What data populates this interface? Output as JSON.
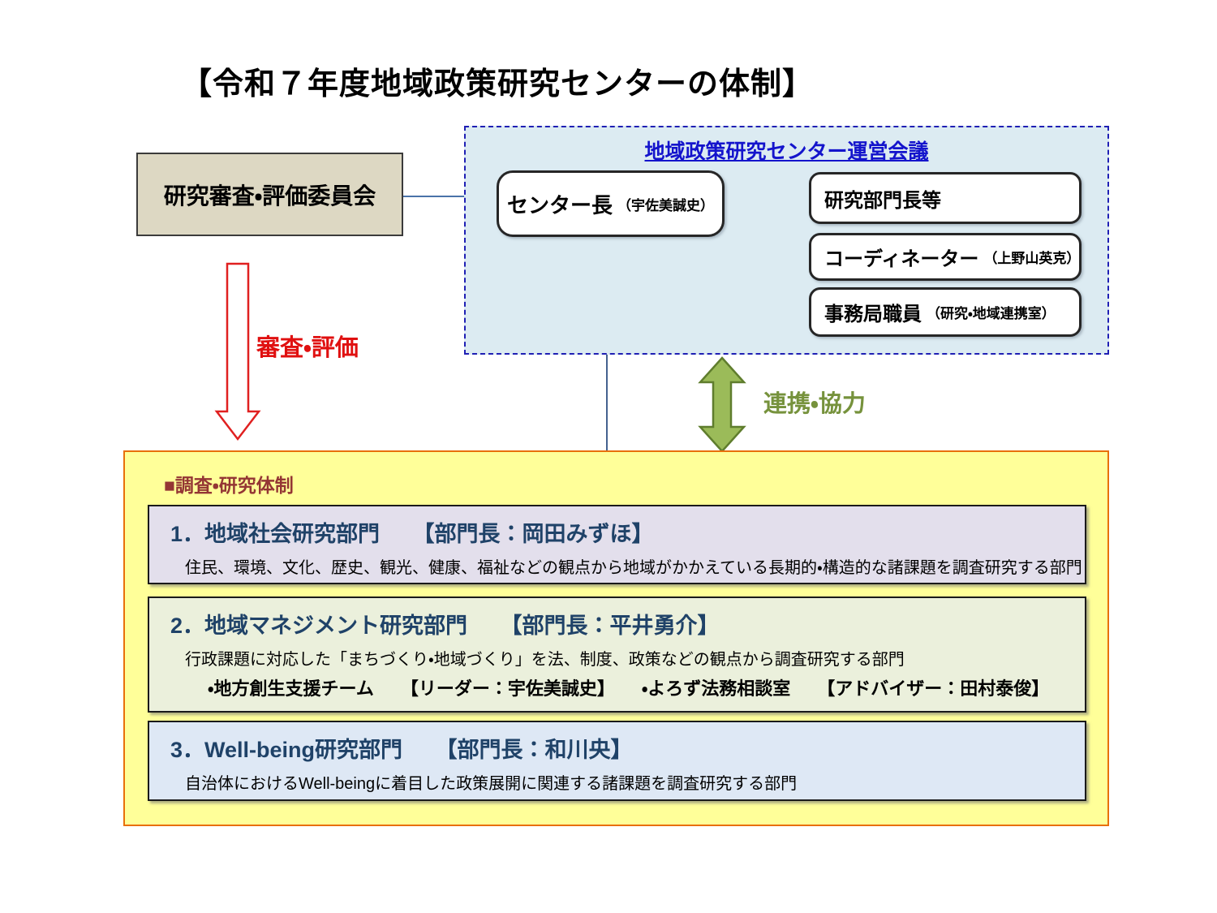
{
  "page": {
    "title": "【令和７年度地域政策研究センターの体制】"
  },
  "committee": {
    "label": "研究審査・評価委員会"
  },
  "council": {
    "title": "地域政策研究センター運営会議",
    "director": {
      "role": "センター長",
      "name": "（宇佐美誠史）"
    },
    "members": [
      {
        "role": "研究部門長等",
        "name": ""
      },
      {
        "role": "コーディネーター",
        "name": "（上野山英克）"
      },
      {
        "role": "事務局職員",
        "name": "（研究・地域連携室）"
      }
    ]
  },
  "arrows": {
    "review_label": "審査・評価",
    "cooperation_label": "連携・協力"
  },
  "research": {
    "heading": "■調査・研究体制",
    "sections": [
      {
        "title": "1．地域社会研究部門　　【部門長：岡田みずほ】",
        "description": "住民、環境、文化、歴史、観光、健康、福祉などの観点から地域がかかえている長期的・構造的な諸課題を調査研究する部門",
        "subteams": ""
      },
      {
        "title": "2．地域マネジメント研究部門　　【部門長：平井勇介】",
        "description": "行政課題に対応した「まちづくり・地域づくり」を法、制度、政策などの観点から調査研究する部門",
        "subteams": "・地方創生支援チーム　　【リーダー：宇佐美誠史】　　・よろず法務相談室　　【アドバイザー：田村泰俊】"
      },
      {
        "title": "3．Well-being研究部門　　【部門長：和川央】",
        "description": "自治体におけるWell-beingに着目した政策展開に関連する諸課題を調査研究する部門",
        "subteams": ""
      }
    ]
  },
  "colors": {
    "committee_bg": "#DDD8C3",
    "council_bg": "#DCEBF2",
    "council_border": "#1F1FB4",
    "council_title_text": "#1414CC",
    "review_arrow": "#E01010",
    "cooperation_arrow_fill": "#9BBB59",
    "cooperation_arrow_stroke": "#5F7D2D",
    "cooperation_text": "#76923C",
    "research_bg": "#FFFF99",
    "research_border": "#E8700A",
    "research_heading_text": "#943634",
    "section1_bg": "#E3DFEC",
    "section2_bg": "#EBF0DC",
    "section3_bg": "#DEE8F5",
    "section_title_text": "#1F4268",
    "connector_line": "#4A73A8"
  }
}
